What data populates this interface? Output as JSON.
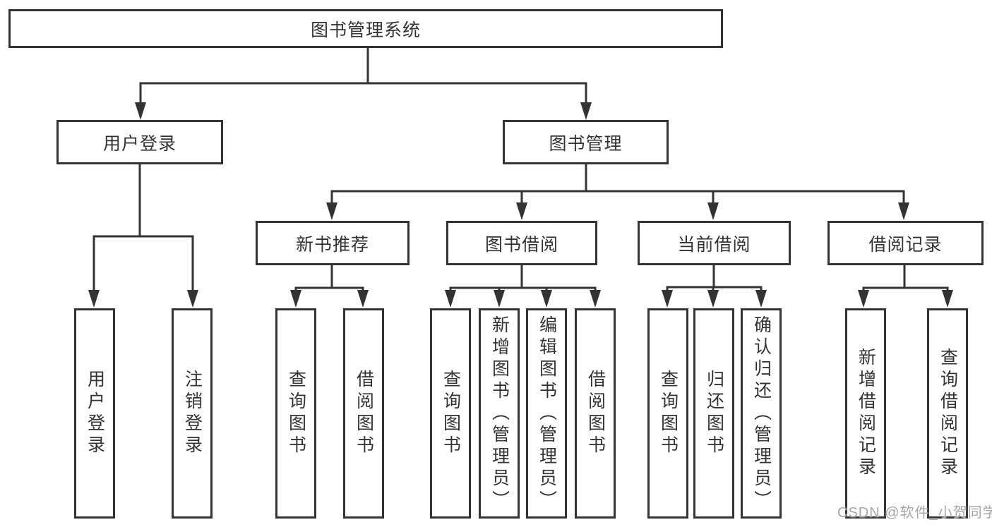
{
  "diagram": {
    "root": {
      "label": "图书管理系统"
    },
    "branches": [
      {
        "label": "用户登录",
        "children": [
          {
            "label": "用户登录"
          },
          {
            "label": "注销登录"
          }
        ]
      },
      {
        "label": "图书管理",
        "children": [
          {
            "label": "新书推荐",
            "children": [
              {
                "label": "查询图书"
              },
              {
                "label": "借阅图书"
              }
            ]
          },
          {
            "label": "图书借阅",
            "children": [
              {
                "label": "查询图书"
              },
              {
                "label": "新增图书（管理员）"
              },
              {
                "label": "编辑图书（管理员）"
              },
              {
                "label": "借阅图书"
              }
            ]
          },
          {
            "label": "当前借阅",
            "children": [
              {
                "label": "查询图书"
              },
              {
                "label": "归还图书"
              },
              {
                "label": "确认归还（管理员）"
              }
            ]
          },
          {
            "label": "借阅记录",
            "children": [
              {
                "label": "新增借阅记录"
              },
              {
                "label": "查询借阅记录"
              }
            ]
          }
        ]
      }
    ]
  },
  "colors": {
    "line": "#333333",
    "text": "#333333",
    "watermark": "#a6a6a6",
    "background": "#ffffff"
  },
  "watermark": {
    "text": "CSDN @软件_小贺同学"
  }
}
